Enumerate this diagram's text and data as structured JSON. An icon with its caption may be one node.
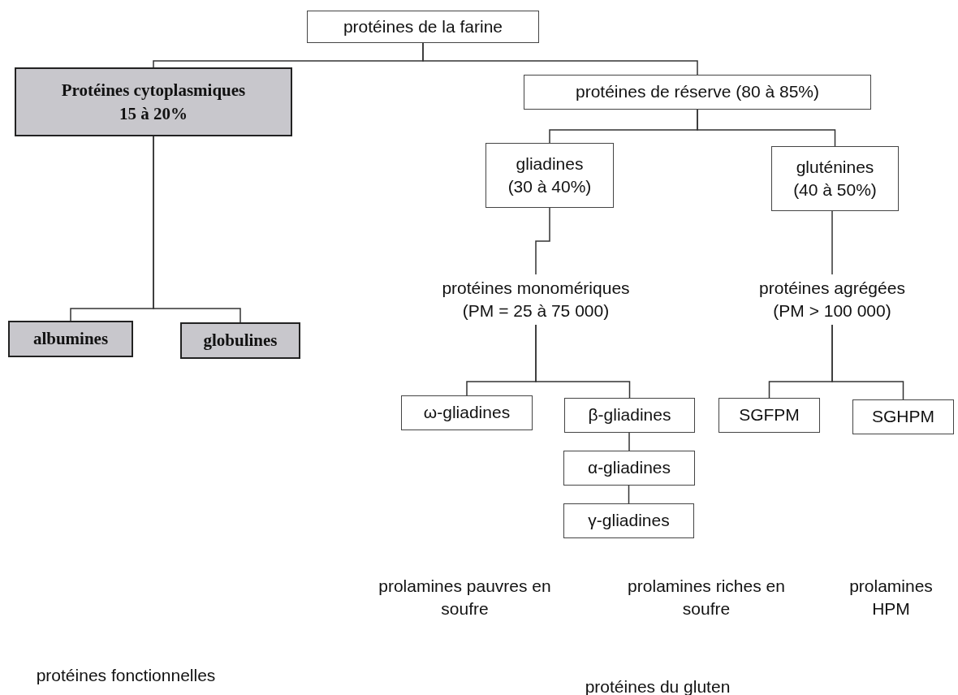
{
  "diagram": {
    "nodes": [
      {
        "text": [
          "protéines de la farine"
        ]
      },
      {
        "text": [
          "Protéines cytoplasmiques",
          "15 à 20%"
        ]
      },
      {
        "text": [
          "protéines de réserve (80 à 85%)"
        ]
      },
      {
        "text": [
          "gliadines",
          "(30 à 40%)"
        ]
      },
      {
        "text": [
          "gluténines",
          "(40 à 50%)"
        ]
      },
      {
        "text": [
          "protéines monomériques",
          "(PM = 25 à 75 000)"
        ]
      },
      {
        "text": [
          "protéines agrégées",
          "(PM > 100 000)"
        ]
      },
      {
        "text": [
          "albumines"
        ]
      },
      {
        "text": [
          "globulines"
        ]
      },
      {
        "text": [
          "ω-gliadines"
        ]
      },
      {
        "text": [
          "β-gliadines"
        ]
      },
      {
        "text": [
          "SGFPM"
        ]
      },
      {
        "text": [
          "SGHPM"
        ]
      },
      {
        "text": [
          "α-gliadines"
        ]
      },
      {
        "text": [
          "γ-gliadines"
        ]
      }
    ],
    "edges": [
      {
        "from": 0,
        "to": 1,
        "arrow": "none"
      },
      {
        "from": 0,
        "to": 2,
        "arrow": "none"
      },
      {
        "from": 1,
        "to": 7,
        "arrow": "none"
      },
      {
        "from": 1,
        "to": 8,
        "arrow": "none"
      },
      {
        "from": 2,
        "to": 3,
        "arrow": "none"
      },
      {
        "from": 2,
        "to": 4,
        "arrow": "none"
      },
      {
        "from": 3,
        "to": 5,
        "arrow": "none"
      },
      {
        "from": 4,
        "to": 6,
        "arrow": "none"
      },
      {
        "from": 5,
        "to": 9,
        "arrow": "none"
      },
      {
        "from": 5,
        "to": 10,
        "arrow": "none"
      },
      {
        "from": 6,
        "to": 11,
        "arrow": "none"
      },
      {
        "from": 6,
        "to": 12,
        "arrow": "none"
      },
      {
        "from": 10,
        "to": 13,
        "arrow": "none"
      },
      {
        "from": 13,
        "to": 14,
        "arrow": "none"
      }
    ],
    "labels": [
      "prolamines pauvres en soufre",
      "prolamines riches en soufre",
      "prolamines HPM",
      "protéines fonctionnelles",
      "protéines du gluten"
    ]
  }
}
